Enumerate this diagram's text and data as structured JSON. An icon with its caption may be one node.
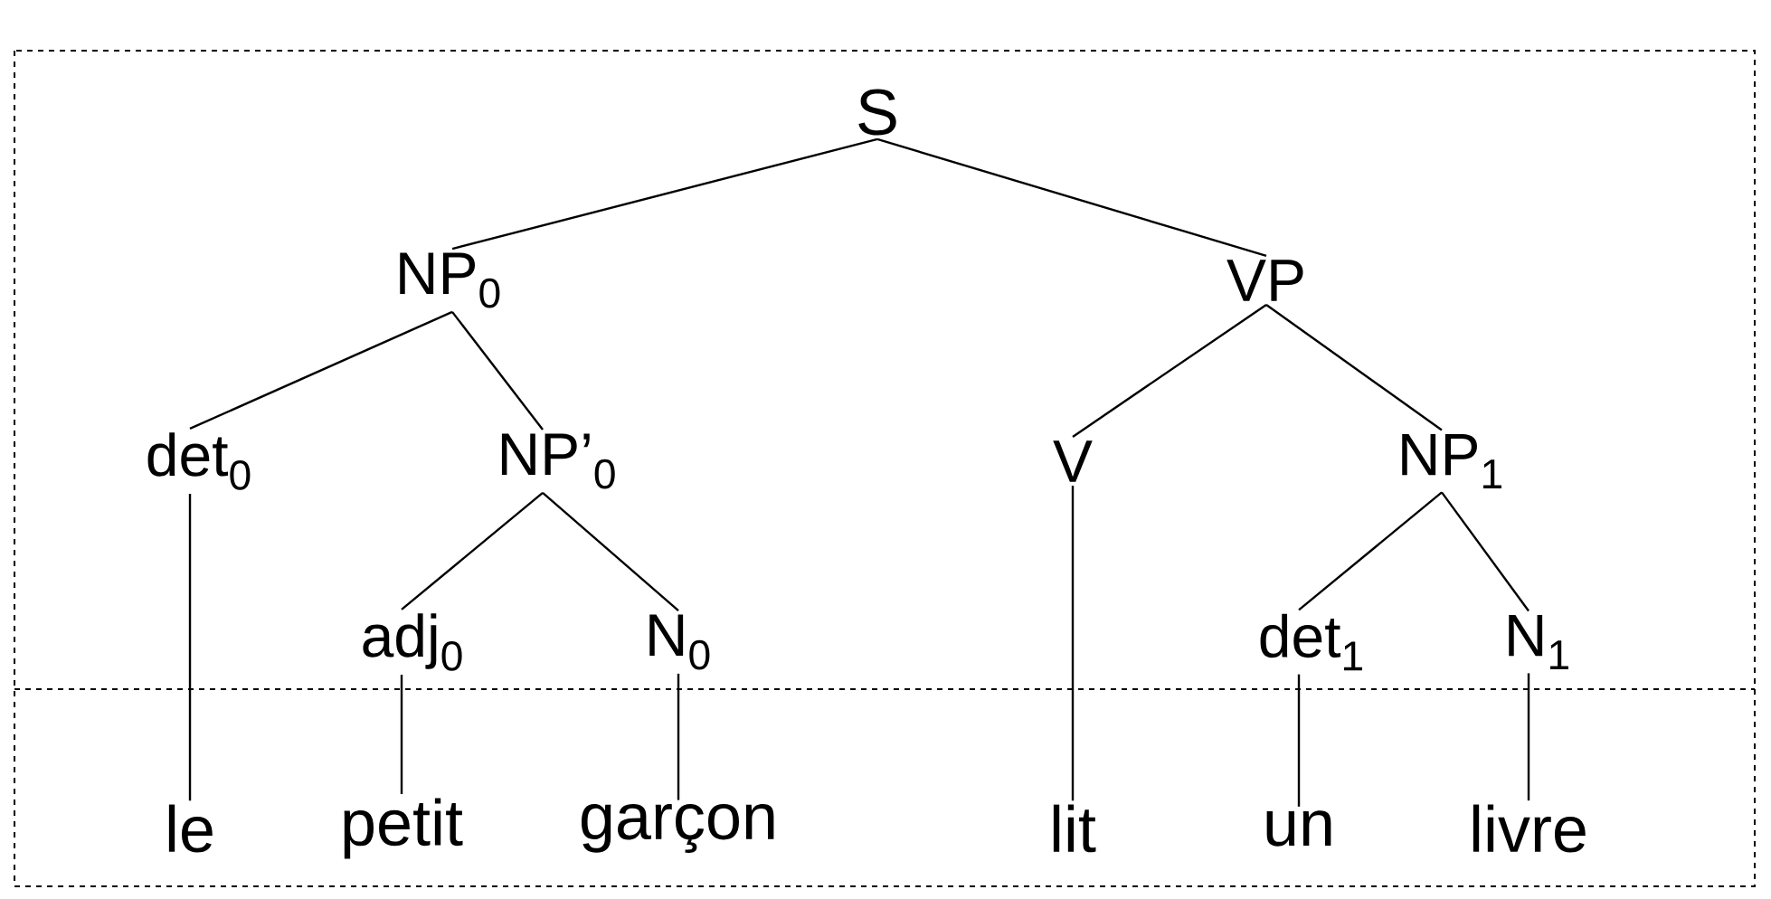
{
  "diagram": {
    "nodes": [
      {
        "text": [
          "S"
        ]
      },
      {
        "text": [
          "NP$_{0}$"
        ]
      },
      {
        "text": [
          "VP"
        ]
      },
      {
        "text": [
          "det$_{0}$"
        ]
      },
      {
        "text": [
          "NP’$_{0}$"
        ]
      },
      {
        "text": [
          "V"
        ]
      },
      {
        "text": [
          "NP$_{1}$"
        ]
      },
      {
        "text": [
          "adj$_{0}$"
        ]
      },
      {
        "text": [
          "N$_{0}$"
        ]
      },
      {
        "text": [
          "det$_{1}$"
        ]
      },
      {
        "text": [
          "N$_{1}$"
        ]
      },
      {
        "text": [
          "le"
        ]
      },
      {
        "text": [
          "petit"
        ]
      },
      {
        "text": [
          "garçon"
        ]
      },
      {
        "text": [
          "lit"
        ]
      },
      {
        "text": [
          "un"
        ]
      },
      {
        "text": [
          "livre"
        ]
      }
    ],
    "edges": [
      {
        "from": 0,
        "to": 1,
        "arrow": "none"
      },
      {
        "from": 0,
        "to": 2,
        "arrow": "none"
      },
      {
        "from": 1,
        "to": 3,
        "arrow": "none"
      },
      {
        "from": 1,
        "to": 4,
        "arrow": "none"
      },
      {
        "from": 2,
        "to": 5,
        "arrow": "none"
      },
      {
        "from": 2,
        "to": 6,
        "arrow": "none"
      },
      {
        "from": 4,
        "to": 7,
        "arrow": "none"
      },
      {
        "from": 4,
        "to": 8,
        "arrow": "none"
      },
      {
        "from": 6,
        "to": 9,
        "arrow": "none"
      },
      {
        "from": 6,
        "to": 10,
        "arrow": "none"
      },
      {
        "from": 3,
        "to": 11,
        "arrow": "none"
      },
      {
        "from": 7,
        "to": 12,
        "arrow": "none"
      },
      {
        "from": 8,
        "to": 13,
        "arrow": "none"
      },
      {
        "from": 5,
        "to": 14,
        "arrow": "none"
      },
      {
        "from": 9,
        "to": 15,
        "arrow": "none"
      },
      {
        "from": 10,
        "to": 16,
        "arrow": "none"
      }
    ]
  }
}
